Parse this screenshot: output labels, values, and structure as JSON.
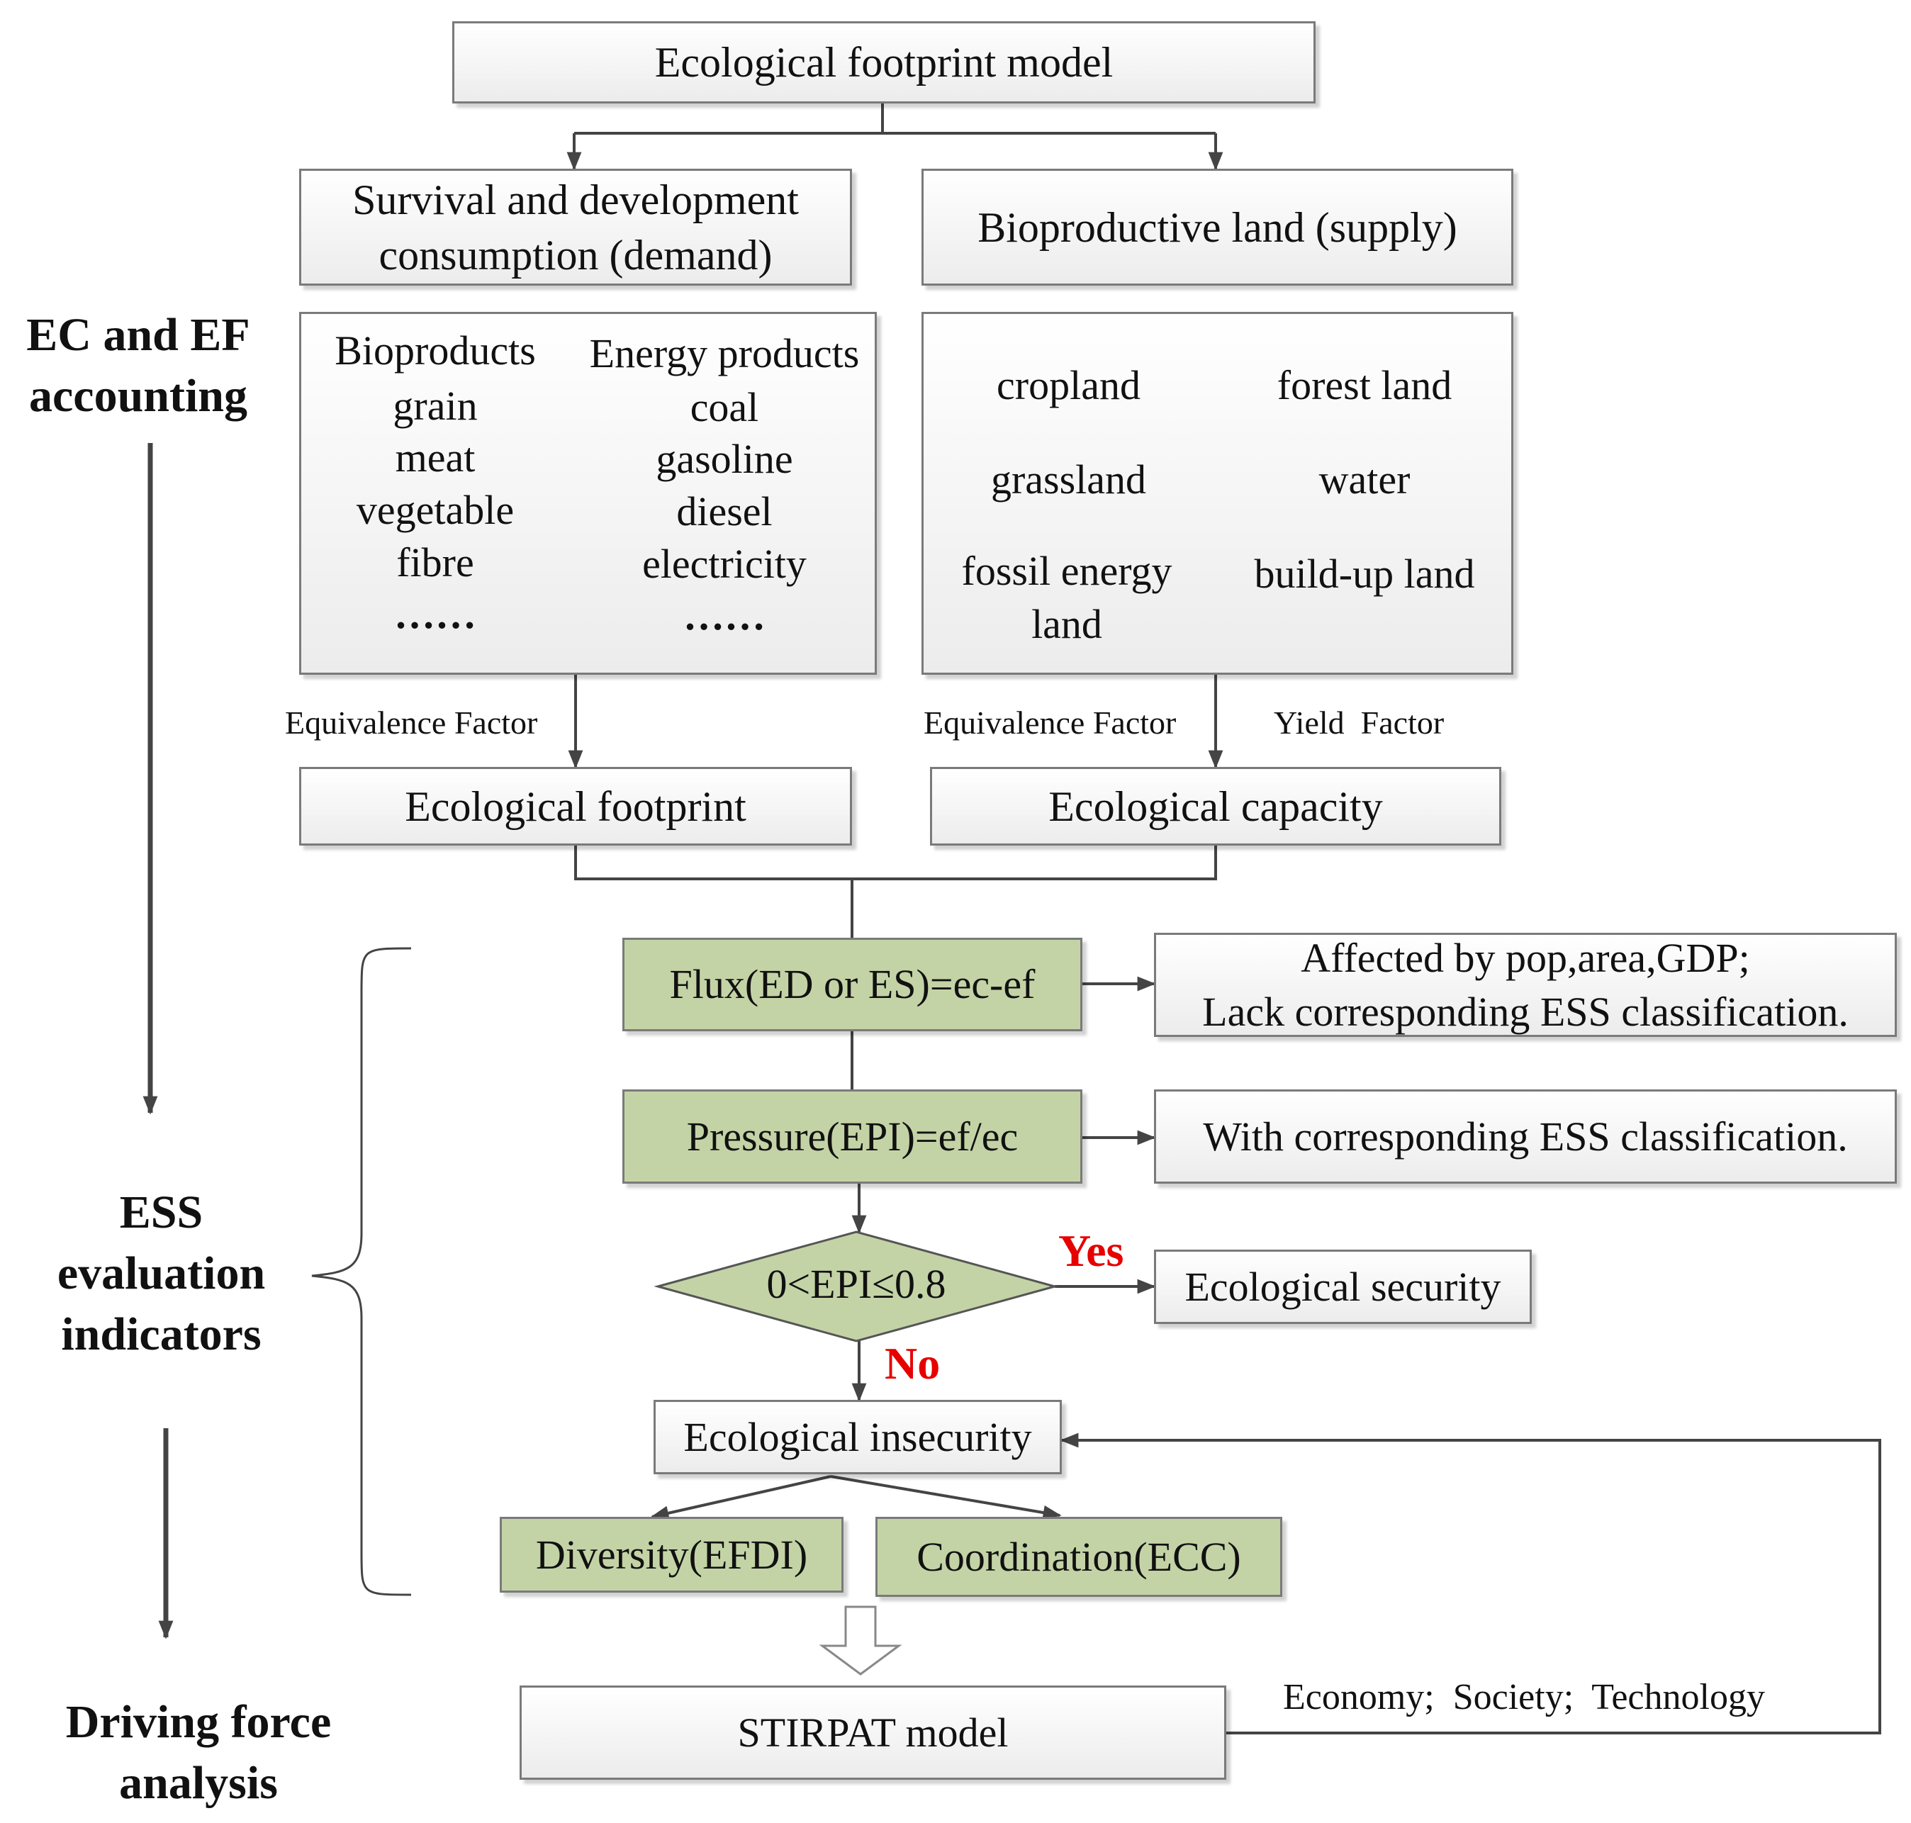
{
  "top_box": "Ecological footprint model",
  "demand_box": "Survival and development consumption (demand)",
  "supply_box": "Bioproductive land (supply)",
  "bio_column": {
    "header": "Bioproducts",
    "items": [
      "grain",
      "meat",
      "vegetable",
      "fibre",
      "……"
    ]
  },
  "energy_column": {
    "header": "Energy products",
    "items": [
      "coal",
      "gasoline",
      "diesel",
      "electricity",
      "……"
    ]
  },
  "land_left": [
    "cropland",
    "grassland",
    "fossil energy land"
  ],
  "land_right": [
    "forest land",
    "water",
    "build-up land"
  ],
  "factor_labels": {
    "left_equivalence": "Equivalence Factor",
    "right_equivalence": "Equivalence Factor",
    "yield": "Yield  Factor"
  },
  "ef_box": "Ecological footprint",
  "ec_box": "Ecological capacity",
  "flux_box": "Flux(ED or ES)=ec-ef",
  "flux_note": [
    "Affected by pop,area,GDP;",
    "Lack corresponding ESS classification."
  ],
  "pressure_box": "Pressure(EPI)=ef/ec",
  "pressure_note": "With corresponding ESS classification.",
  "decision": "0<EPI≤0.8",
  "yes_label": "Yes",
  "no_label": "No",
  "security_box": "Ecological security",
  "insecurity_box": "Ecological insecurity",
  "diversity_box": "Diversity(EFDI)",
  "coordination_box": "Coordination(ECC)",
  "stirpat_box": "STIRPAT model",
  "stirpat_factors": "Economy;  Society;  Technology",
  "side_labels": {
    "accounting": "EC and EF accounting",
    "ess": "ESS evaluation indicators",
    "driving": "Driving force analysis"
  }
}
